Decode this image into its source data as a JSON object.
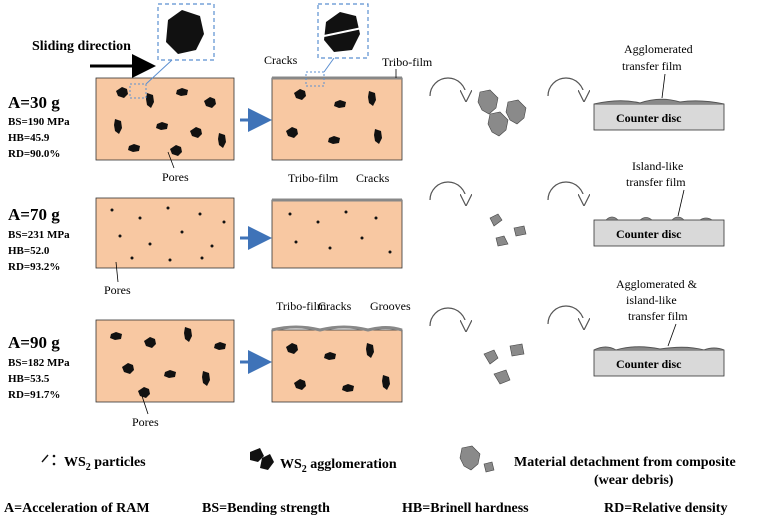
{
  "sliding_direction": "Sliding direction",
  "rows": [
    {
      "accel": "A=30 g",
      "specs": [
        "BS=190 MPa",
        "HB=45.9",
        "RD=90.0%"
      ],
      "pores_label": "Pores",
      "worn_labels": [
        "Cracks",
        "Tribo-film"
      ],
      "film_label": [
        "Agglomerated",
        "transfer film"
      ]
    },
    {
      "accel": "A=70 g",
      "specs": [
        "BS=231 MPa",
        "HB=52.0",
        "RD=93.2%"
      ],
      "pores_label": "Pores",
      "worn_labels": [
        "Tribo-film",
        "Cracks"
      ],
      "film_label": [
        "Island-like",
        "transfer film"
      ]
    },
    {
      "accel": "A=90 g",
      "specs": [
        "BS=182 MPa",
        "HB=53.5",
        "RD=91.7%"
      ],
      "pores_label": "Pores",
      "worn_labels": [
        "Tribo-film",
        "Cracks",
        "Grooves"
      ],
      "film_label": [
        "Agglomerated &",
        "island-like",
        "transfer film"
      ]
    }
  ],
  "counter_disc": "Counter disc",
  "legend": {
    "ws2_particles_main": "WS",
    "ws2_particles_sub": "2",
    "ws2_particles_rest": " particles",
    "ws2_agglom_main": "WS",
    "ws2_agglom_sub": "2",
    "ws2_agglom_rest": " agglomeration",
    "detachment_line1": "Material detachment from composite",
    "detachment_line2": "(wear debris)"
  },
  "abbreviations": [
    "A=Acceleration of RAM",
    "BS=Bending strength",
    "HB=Brinell hardness",
    "RD=Relative density"
  ],
  "colors": {
    "composite_fill": "#f8c8a2",
    "arrow_blue": "#3f73b8",
    "disc_fill": "#d9d9d9",
    "debris_fill": "#8a8a8a",
    "inset_border": "#5b8fd0"
  }
}
